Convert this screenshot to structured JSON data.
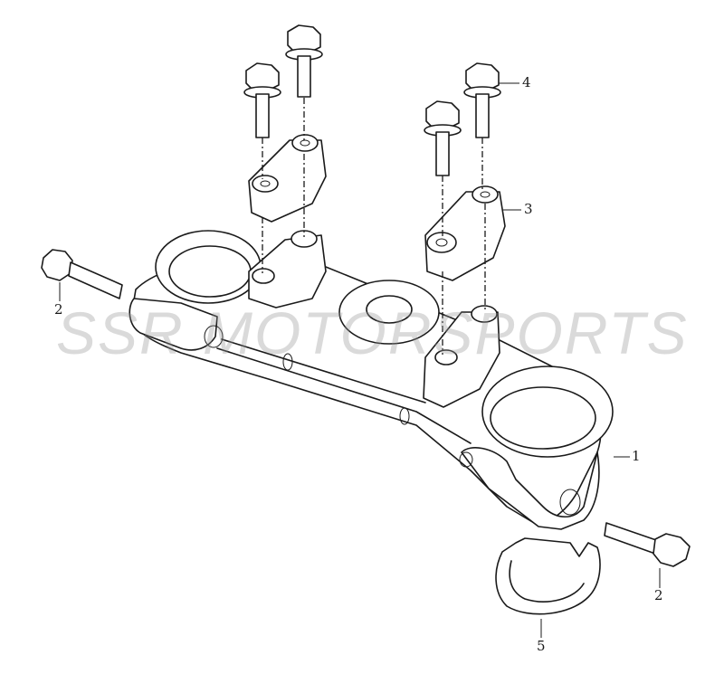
{
  "callouts": [
    {
      "id": "part-1",
      "label": "1"
    },
    {
      "id": "part-2-left",
      "label": "2"
    },
    {
      "id": "part-2-right",
      "label": "2"
    },
    {
      "id": "part-3",
      "label": "3"
    },
    {
      "id": "part-4",
      "label": "4"
    },
    {
      "id": "part-5",
      "label": "5"
    }
  ],
  "watermark": "SSR MOTORSPORTS",
  "colors": {
    "line": "#1a1a1a",
    "background": "#ffffff",
    "watermark": "#969696"
  }
}
